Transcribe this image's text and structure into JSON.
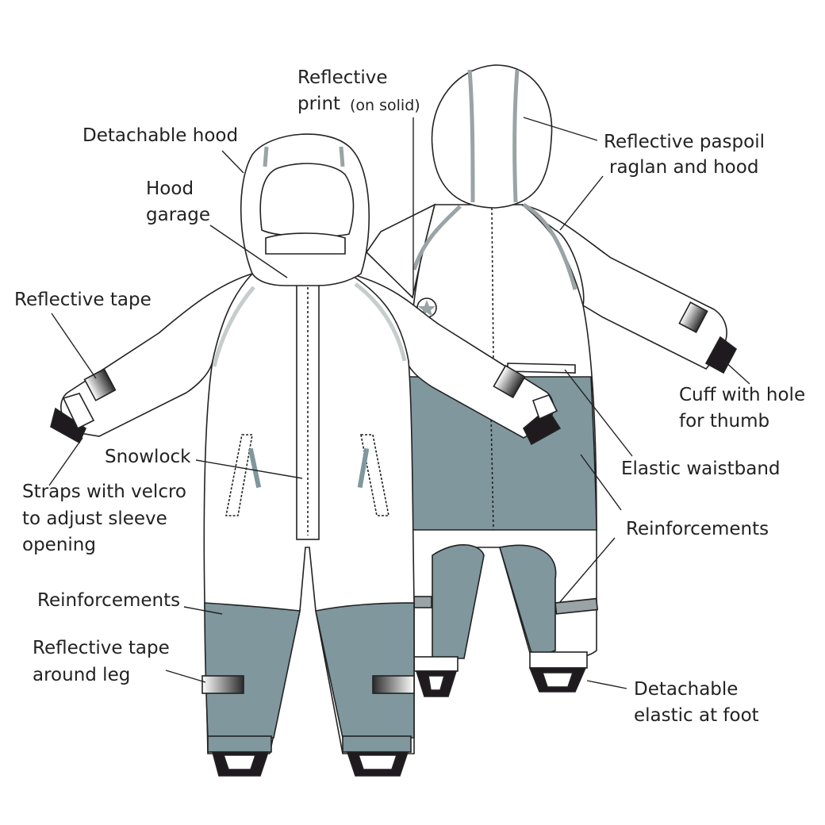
{
  "colors": {
    "reinforcement": "#7f979d",
    "reflective": "#9aa3a5",
    "cuff": "#1e1a1e",
    "outline": "#222222",
    "garment": "#ffffff"
  },
  "labels": {
    "reflective_print": {
      "line1": "Reflective",
      "line2": "print",
      "note": "(on solid)"
    },
    "detachable_hood": "Detachable hood",
    "hood_garage": {
      "line1": "Hood",
      "line2": "garage"
    },
    "reflective_tape": "Reflective tape",
    "snowlock": "Snowlock",
    "straps_velcro": {
      "line1": "Straps with velcro",
      "line2": "to adjust sleeve",
      "line3": "opening"
    },
    "reinforcements_left": "Reinforcements",
    "reflective_tape_leg": {
      "line1": "Reflective tape",
      "line2": "around leg"
    },
    "reflective_paspoil": {
      "line1": "Reflective paspoil",
      "line2": "raglan and hood"
    },
    "cuff_thumb": {
      "line1": "Cuff with hole",
      "line2": "for thumb"
    },
    "elastic_waistband": "Elastic waistband",
    "reinforcements_right": "Reinforcements",
    "detachable_elastic": {
      "line1": "Detachable",
      "line2": "elastic at foot"
    }
  }
}
